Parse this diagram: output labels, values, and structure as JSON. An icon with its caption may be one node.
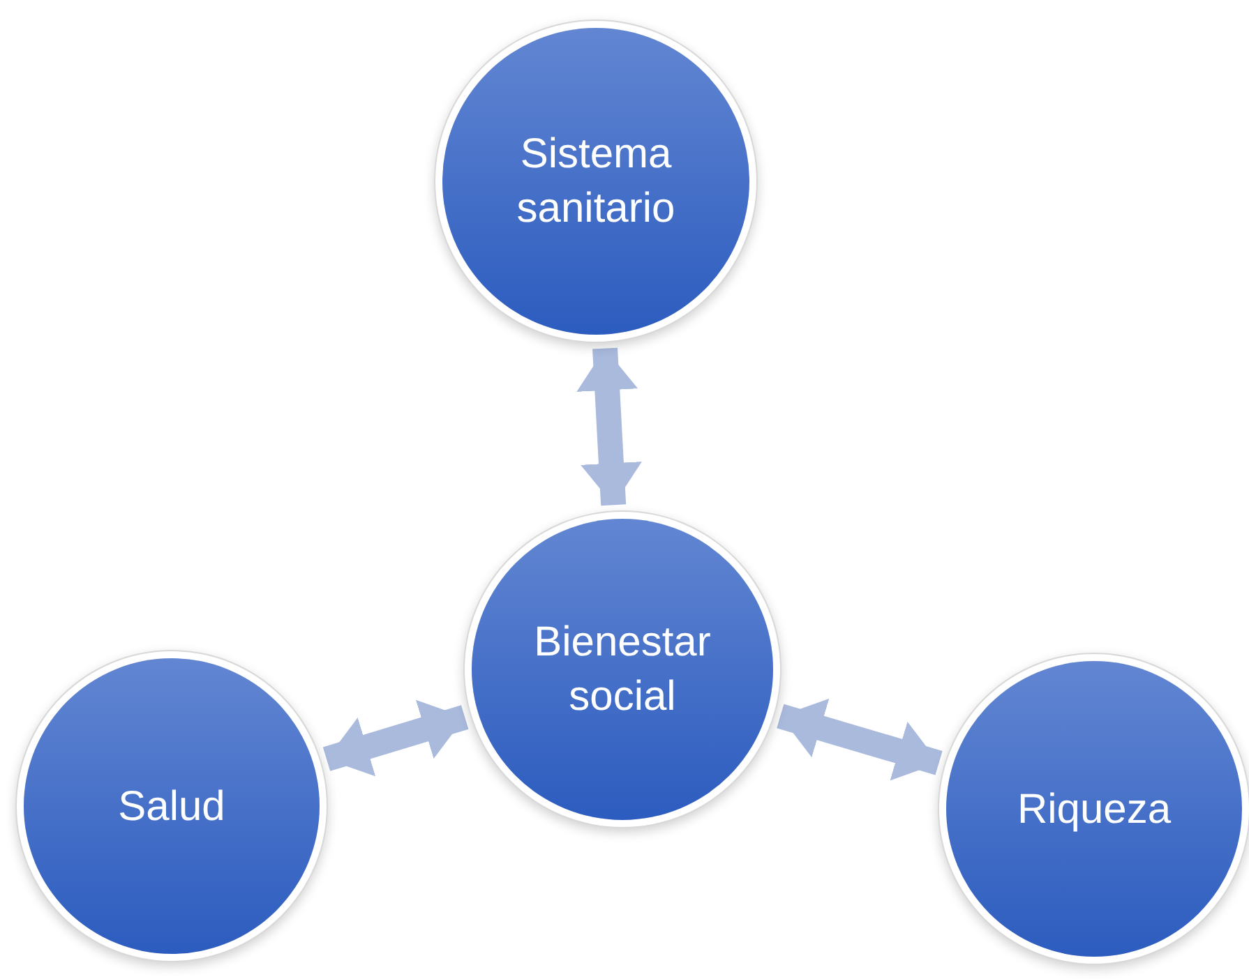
{
  "diagram": {
    "nodes": [
      {
        "text": [
          "Sistema sanitario"
        ]
      },
      {
        "text": [
          "Bienestar social"
        ]
      },
      {
        "text": [
          "Salud"
        ]
      },
      {
        "text": [
          "Riqueza"
        ]
      }
    ],
    "edges": [
      {
        "from": 1,
        "to": 0,
        "arrow": "both"
      },
      {
        "from": 1,
        "to": 2,
        "arrow": "both"
      },
      {
        "from": 1,
        "to": 3,
        "arrow": "both"
      }
    ]
  }
}
